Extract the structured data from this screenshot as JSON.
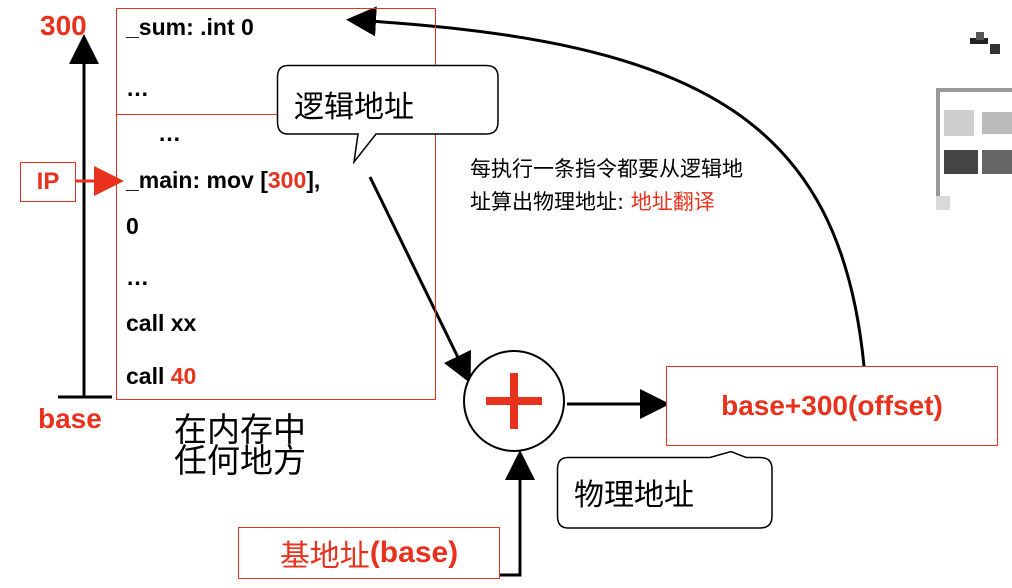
{
  "memory": {
    "sum_line": "_sum:  .int  0",
    "ellipsis1": "…",
    "ellipsis2": "…",
    "main_line_pre": "_main: mov [",
    "main_line_num": "300",
    "main_line_post": "],",
    "zero": "0",
    "ellipsis3": "…",
    "call_xx": "call xx",
    "call40_pre": "call ",
    "call40_num": "40"
  },
  "labels": {
    "top_addr": "300",
    "ip": "IP",
    "base": "base",
    "anywhere_line1": "在内存中",
    "anywhere_line2": "任何地方"
  },
  "callouts": {
    "logical_address": "逻辑地址",
    "physical_address": "物理地址"
  },
  "note": {
    "line1": "每执行一条指令都要从逻辑地",
    "line2_pre": "址算出物理地址: ",
    "line2_red": "地址翻译"
  },
  "adder": {
    "symbol": "+",
    "result": "base+300(offset)",
    "base_input_pre": "基地址",
    "base_input_post": "(base)"
  },
  "colors": {
    "accent_red": "#e8321e"
  }
}
